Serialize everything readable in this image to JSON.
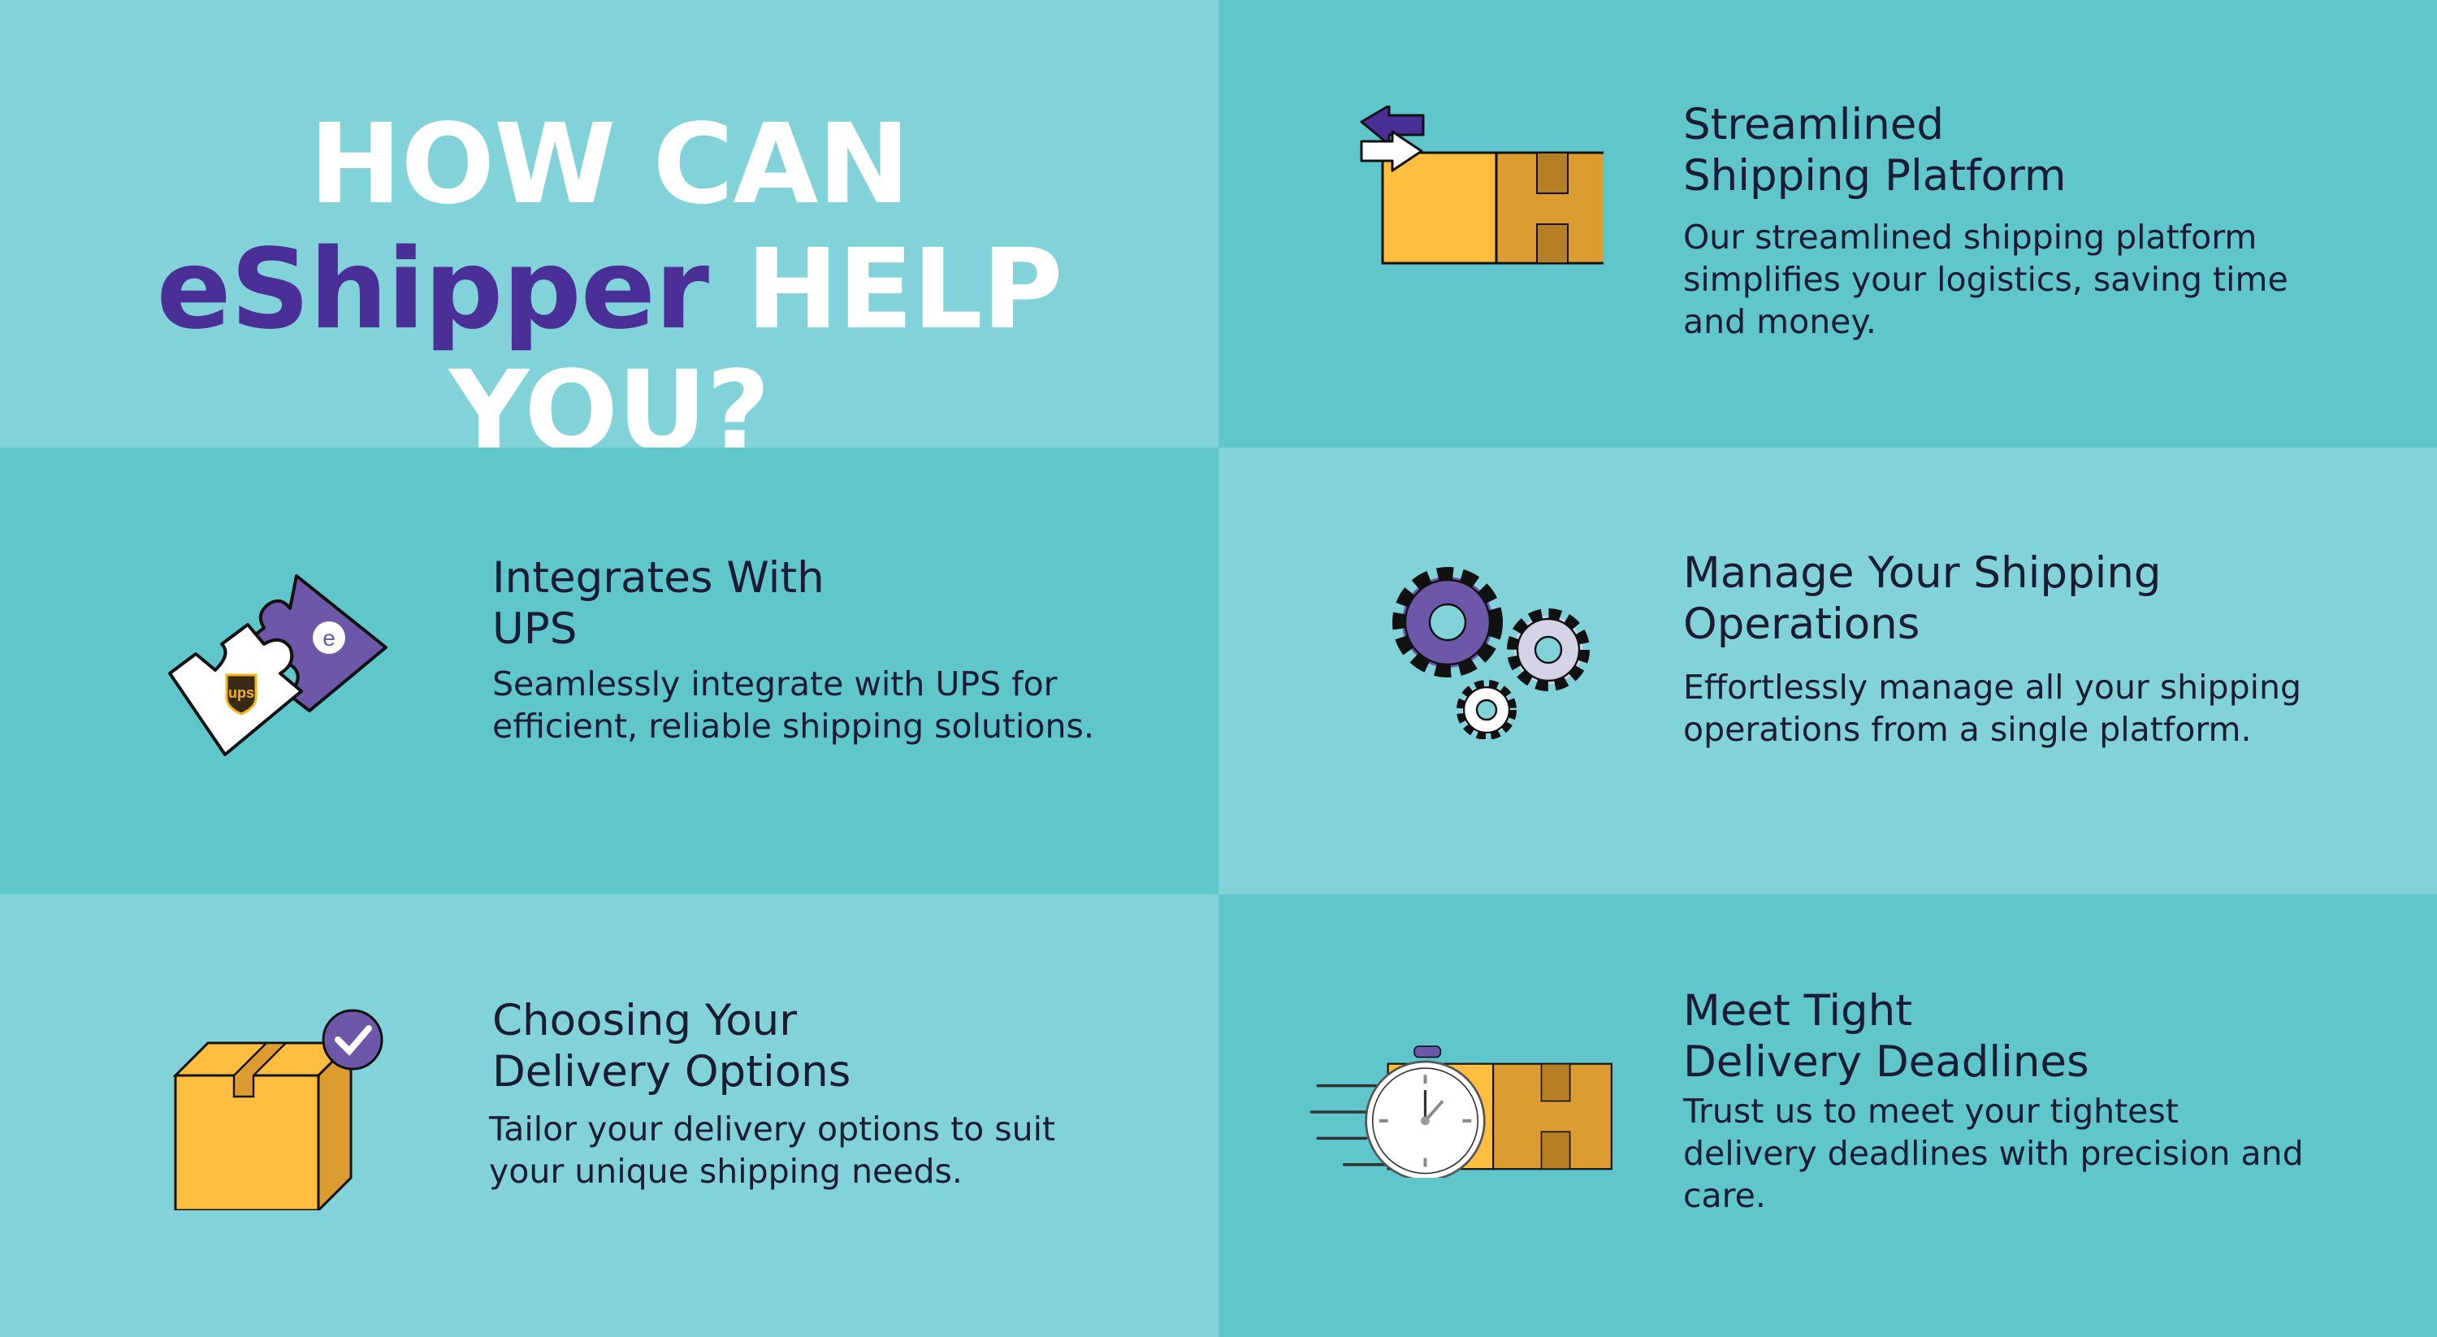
{
  "title": {
    "line1": "HOW CAN",
    "brand": "eShipper",
    "line2_rest": "HELP YOU?"
  },
  "features": [
    {
      "heading1": "Streamlined",
      "heading2": "Shipping Platform",
      "body": "Our streamlined shipping platform simplifies your logistics, saving time and money.",
      "icon": "shipping-box-arrows-icon"
    },
    {
      "heading1": "Integrates With",
      "heading2": "UPS",
      "body": "Seamlessly integrate with UPS for efficient, reliable shipping solutions.",
      "icon": "puzzle-pieces-icon",
      "logo_text": "ups"
    },
    {
      "heading1": "Manage Your Shipping",
      "heading2": "Operations",
      "body": "Effortlessly manage all your shipping operations from a single platform.",
      "icon": "gears-icon"
    },
    {
      "heading1": "Choosing Your",
      "heading2": "Delivery Options",
      "body": "Tailor your delivery options to suit your unique shipping needs.",
      "icon": "box-checkmark-icon"
    },
    {
      "heading1": "Meet Tight",
      "heading2": "Delivery Deadlines",
      "body": "Trust us to meet your tightest delivery deadlines with precision and care.",
      "icon": "stopwatch-box-icon"
    }
  ],
  "colors": {
    "light": "#82D3D9",
    "dark": "#5FC6CC",
    "brand": "#4A2F96",
    "box": "#FFBE40",
    "box_side": "#DC9C30"
  }
}
